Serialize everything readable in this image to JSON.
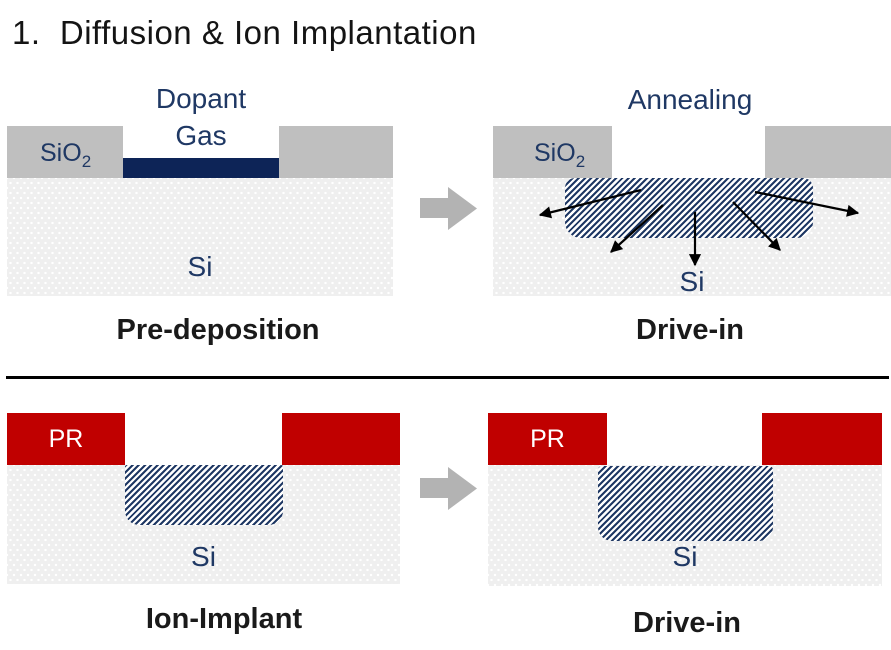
{
  "title": "1.  Diffusion & Ion Implantation",
  "colors": {
    "navy_text": "#1f3864",
    "dopant_bar": "#0d2457",
    "oxide_gray": "#bfbfbf",
    "pr_red": "#c00000",
    "process_arrow_gray": "#b3b3b3",
    "substrate_bg": "#efefef",
    "hatch_navy": "#1f3864",
    "divider_black": "#000000"
  },
  "top_row": {
    "pre_deposition": {
      "dopant_gas_line1": "Dopant",
      "dopant_gas_line2": "Gas",
      "oxide_label": "SiO",
      "oxide_sub": "2",
      "substrate_label": "Si",
      "caption": "Pre-deposition"
    },
    "drive_in": {
      "annealing_label": "Annealing",
      "oxide_label": "SiO",
      "oxide_sub": "2",
      "substrate_label": "Si",
      "caption": "Drive-in"
    }
  },
  "bottom_row": {
    "ion_implant": {
      "mask_label": "PR",
      "substrate_label": "Si",
      "caption": "Ion-Implant"
    },
    "drive_in": {
      "mask_label": "PR",
      "substrate_label": "Si",
      "caption": "Drive-in"
    }
  }
}
